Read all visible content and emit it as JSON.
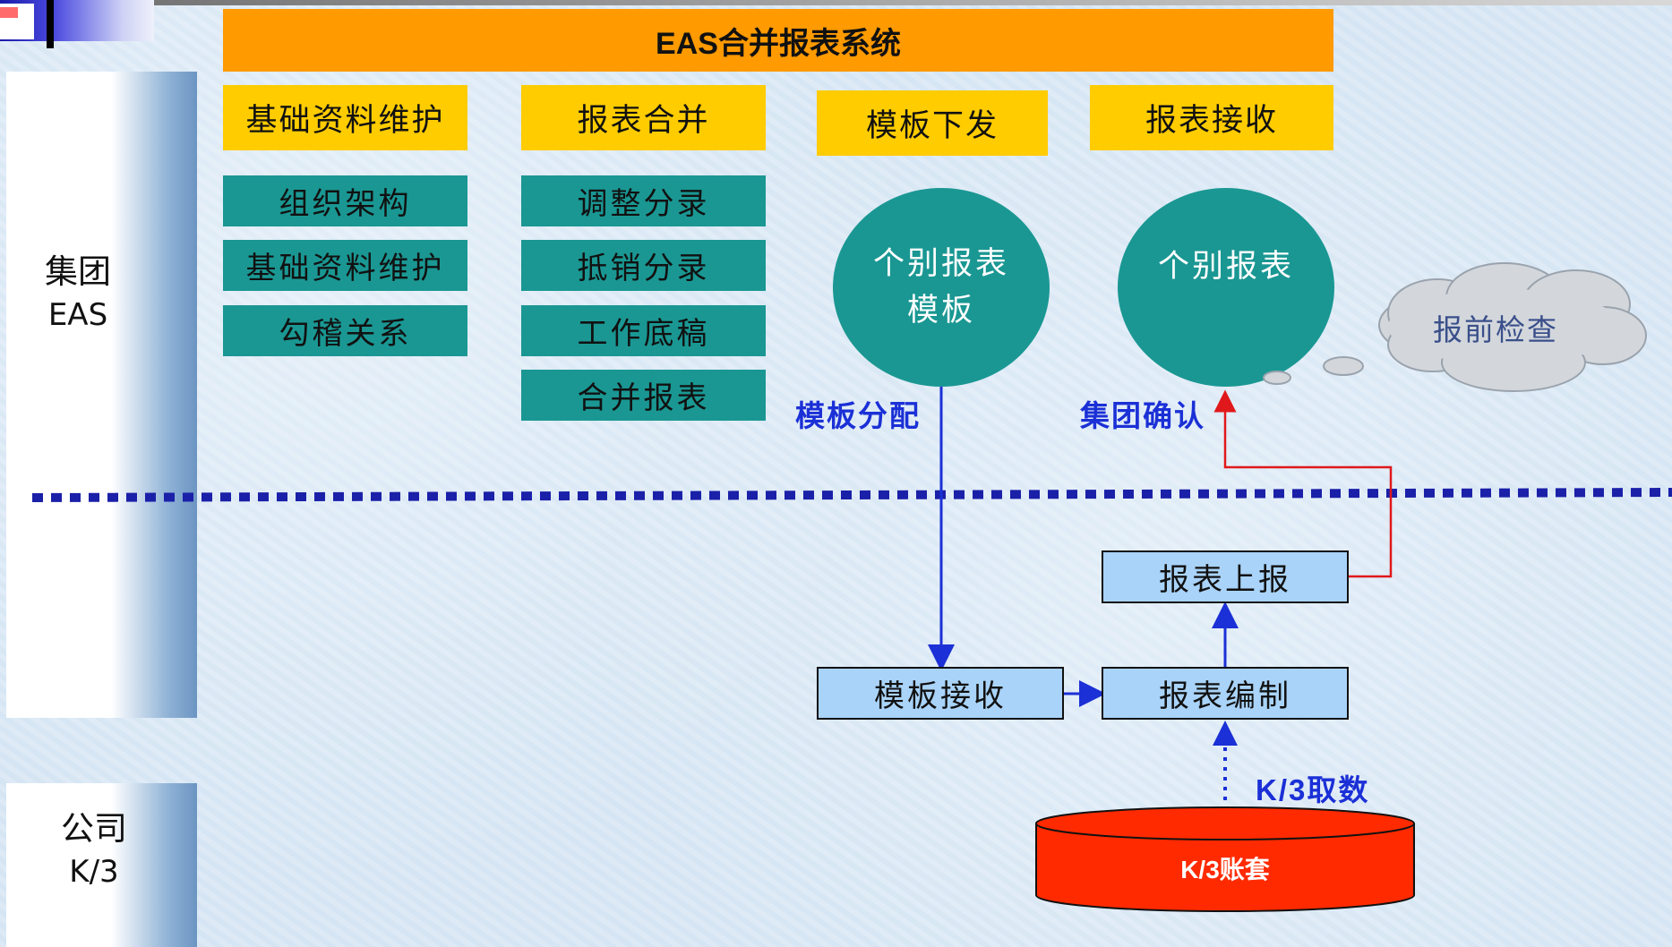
{
  "title": "EAS合并报表系统",
  "lanes": {
    "group": {
      "line1": "集团",
      "line2": "EAS"
    },
    "company": {
      "line1": "公司",
      "line2": "K/3"
    }
  },
  "columns": [
    {
      "header": "基础资料维护",
      "items": [
        "组织架构",
        "基础资料维护",
        "勾稽关系"
      ]
    },
    {
      "header": "报表合并",
      "items": [
        "调整分录",
        "抵销分录",
        "工作底稿",
        "合并报表"
      ]
    },
    {
      "header": "模板下发"
    },
    {
      "header": "报表接收"
    }
  ],
  "circles": {
    "template": {
      "line1": "个别报表",
      "line2": "模板"
    },
    "report": {
      "line1": "个别报表"
    }
  },
  "cloud": "报前检查",
  "flow_labels": {
    "template_distribution": "模板分配",
    "group_confirm": "集团确认",
    "k3_fetch": "K/3取数"
  },
  "process_boxes": {
    "template_receive": "模板接收",
    "report_compile": "报表编制",
    "report_submit": "报表上报"
  },
  "database": "K/3账套",
  "colors": {
    "title_bar": "#ff9a00",
    "header_box": "#ffcc00",
    "teal": "#1a9793",
    "process_box": "#a9d3f8",
    "blue_label": "#1b30d6",
    "database": "#ff2a00",
    "submit_arrow": "#e0181b",
    "divider": "#1a20a8"
  }
}
